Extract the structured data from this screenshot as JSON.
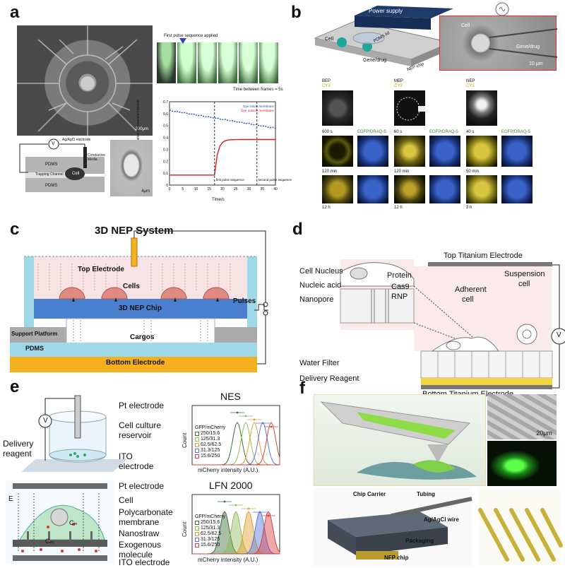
{
  "panels": {
    "a": {
      "label": "a",
      "legend_title": "First pulse sequence applied",
      "frames_caption": "Time between frames = 5s",
      "chart": {
        "series_inside": "Dye inside membrane",
        "series_outside": "Dye outside membrane",
        "ylabel": "Relative Fluorescent Intensity",
        "xlabel": "Time/s",
        "yticks": [
          "0.7",
          "0.6",
          "0.5",
          "0.4",
          "0.3",
          "0.2",
          "0.1",
          "0"
        ],
        "xticks": [
          "0",
          "5",
          "10",
          "15",
          "20",
          "25",
          "30",
          "35",
          "40"
        ],
        "annot_first": "first pulse sequence",
        "annot_second": "second pulse sequence"
      },
      "schematic": {
        "electrode": "Ag/AgCl electrode",
        "conductive": "Conductive Media",
        "pdms_top": "PDMS",
        "trapping": "Trapping Channel",
        "cell": "Cell",
        "pdms_bottom": "PDMS",
        "volt": "V"
      },
      "scale_top": "200μm",
      "scale_bottom": "4μm"
    },
    "b": {
      "label": "b",
      "power_supply": "Power supply",
      "pdms_lid": "PDMS lid",
      "cell": "Cell",
      "gene_drug": "Gene/drug",
      "nep_chip": "NEP chip",
      "inset_cell": "Cell",
      "inset_gene": "Gene/drug",
      "inset_scale": "10 μm",
      "col_bep": "BEP",
      "col_mep": "MEP",
      "col_nep": "NEP",
      "cy3": "CY3",
      "t_600s": "600 s",
      "t_60s": "60 s",
      "t_40s": "40 s",
      "stain_label": "EGFP/DRAQ-5",
      "t_120min_a": "120 min",
      "t_120min_b": "120 min",
      "t_50min": "50 min",
      "t_12h_a": "12 h",
      "t_12h_b": "12 h",
      "t_3h": "3 h"
    },
    "c": {
      "label": "c",
      "title": "3D NEP System",
      "top_electrode": "Top Electrode",
      "cells": "Cells",
      "chip": "3D NEP Chip",
      "cargos": "Cargos",
      "support": "Support Platform",
      "pdms": "PDMS",
      "bottom_electrode": "Bottom Electrode",
      "pulses": "Pulses"
    },
    "d": {
      "label": "d",
      "top_electrode": "Top Titanium Electrode",
      "cell_nucleus": "Cell Nucleus",
      "protein": "Protein",
      "nucleic_acid": "Nucleic acid",
      "cas9": "Cas9",
      "rnp": "RNP",
      "nanopore": "Nanopore",
      "adherent": "Adherent",
      "cell_word": "cell",
      "suspension": "Suspension",
      "suspension_cell": "cell",
      "water_filter": "Water Filter",
      "delivery_reagent": "Delivery Reagent",
      "bottom_electrode": "Bottom Titanium Electrode",
      "volt": "V"
    },
    "e": {
      "label": "e",
      "pt_electrode_top": "Pt electrode",
      "cell_culture": "Cell culture",
      "reservoir": "reservoir",
      "delivery": "Delivery",
      "reagent": "reagent",
      "ito": "ITO",
      "electrode_word": "electrode",
      "pt_electrode_bottom": "Pt electrode",
      "cell": "Cell",
      "polycarbonate": "Polycarbonate",
      "membrane": "membrane",
      "nanostraw": "Nanostraw",
      "exogenous": "Exogenous",
      "molecule": "molecule",
      "ito_electrode": "ITO electrode",
      "volt": "V",
      "E_label": "E",
      "cin": "Cᵢₙ",
      "cex": "Cₑₓ",
      "nes_title": "NES",
      "lfn_title": "LFN 2000",
      "count_label": "Count",
      "xlabel": "mCherry intensity (A.U.)",
      "legend_title": "GFP/mCherry",
      "legend": [
        "250/15.6",
        "125/31.3",
        "62.5/62.5",
        "31.3/125",
        "15.6/250"
      ]
    },
    "f": {
      "label": "f",
      "chip_carrier": "Chip Carrier",
      "tubing": "Tubing",
      "wire": "Ag/AgCl wire",
      "packaging": "Packaging",
      "nfp_chip": "NFP chip",
      "scale": "20μm"
    }
  },
  "colors": {
    "series1": "#3b6e3b",
    "series2": "#8fbc5a",
    "series3": "#e0a030",
    "series4": "#5577dd",
    "series5": "#d94040"
  }
}
